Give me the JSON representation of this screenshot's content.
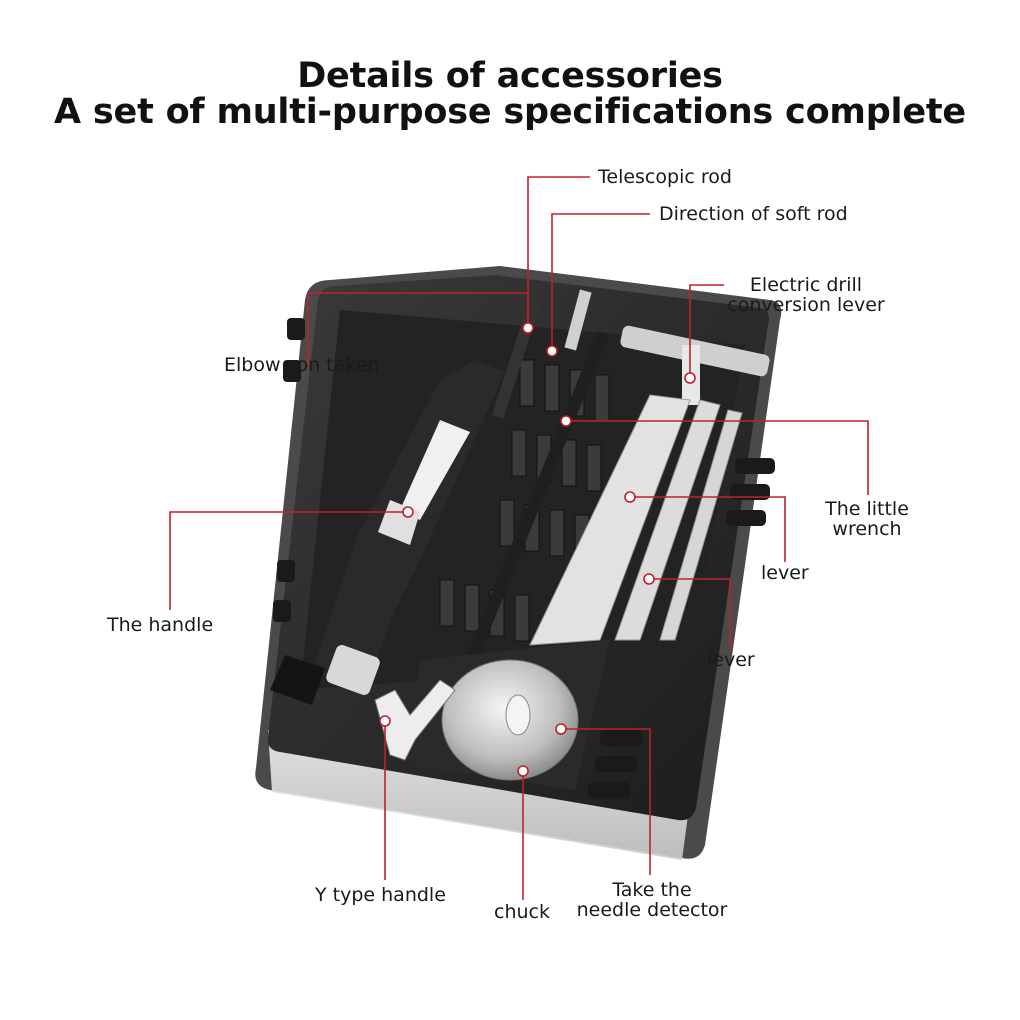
{
  "header": {
    "title_line1": "Details of accessories",
    "title_line2": "A set of multi-purpose specifications complete"
  },
  "labels": {
    "telescopic_rod": "Telescopic rod",
    "soft_rod": "Direction of soft rod",
    "drill_line1": "Electric drill",
    "drill_line2": "conversion lever",
    "elbow": "Elbow son taken",
    "wrench_line1": "The little",
    "wrench_line2": "wrench",
    "lever_1": "lever",
    "lever_2": "lever",
    "handle": "The handle",
    "y_handle": "Y type handle",
    "chuck": "chuck",
    "needle_line1": "Take the",
    "needle_line2": "needle detector"
  },
  "colors": {
    "leader_line": "#c0202a",
    "case_body": "#2b2b2b",
    "tool_light": "#e6e6e6"
  }
}
